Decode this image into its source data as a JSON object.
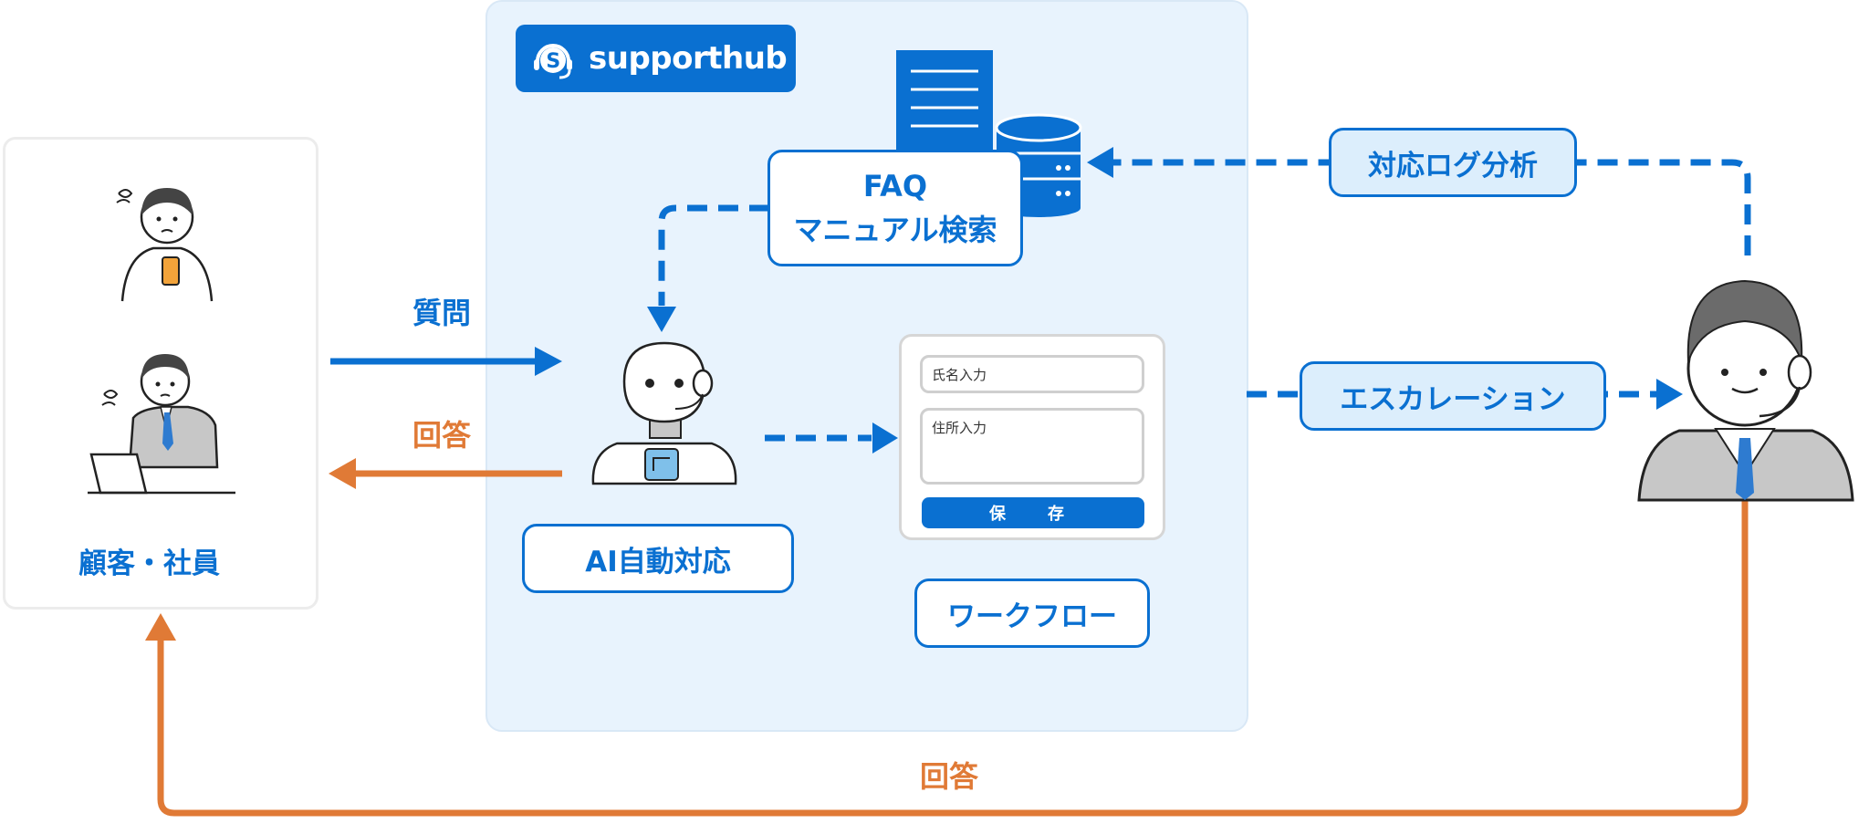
{
  "brand": {
    "name": "supporthub"
  },
  "customer": {
    "label": "顧客・社員"
  },
  "hub": {
    "faq_line1": "FAQ",
    "faq_line2": "マニュアル検索",
    "ai_label": "AI自動対応",
    "workflow_label": "ワークフロー",
    "form": {
      "name_placeholder": "氏名入力",
      "address_placeholder": "住所入力",
      "save_label": "保　存"
    }
  },
  "flows": {
    "question": "質問",
    "answer_left": "回答",
    "answer_bottom": "回答",
    "log_analysis": "対応ログ分析",
    "escalation": "エスカレーション"
  },
  "colors": {
    "primary": "#0a70d1",
    "accent_orange": "#e07a36",
    "hub_bg": "#e8f3fd"
  }
}
